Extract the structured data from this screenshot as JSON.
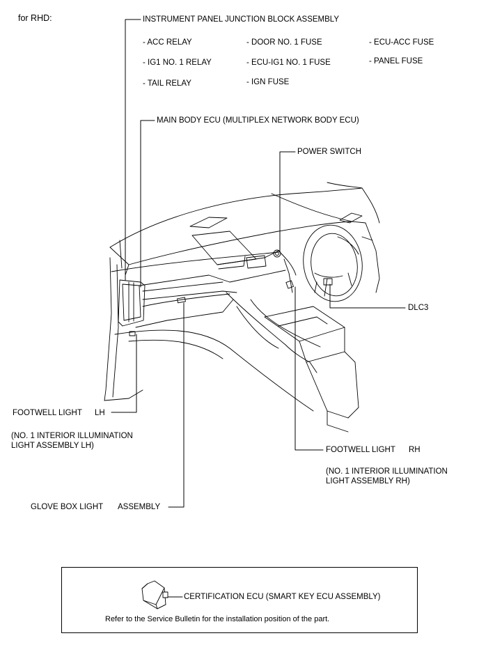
{
  "header": {
    "variant": "for RHD:"
  },
  "components": {
    "junction_block": "INSTRUMENT PANEL JUNCTION BLOCK ASSEMBLY",
    "junction_items": {
      "acc_relay": "- ACC RELAY",
      "ig1_relay": "- IG1 NO. 1 RELAY",
      "tail_relay": "- TAIL RELAY",
      "door_fuse": "- DOOR NO. 1 FUSE",
      "ecu_ig1_fuse": "- ECU-IG1 NO. 1 FUSE",
      "ign_fuse": "- IGN FUSE",
      "ecu_acc_fuse": "- ECU-ACC FUSE",
      "panel_fuse": "- PANEL FUSE"
    },
    "main_body_ecu": "MAIN BODY ECU (MULTIPLEX NETWORK BODY ECU)",
    "power_switch": "POWER SWITCH",
    "dlc3": "DLC3",
    "footwell_lh": {
      "name": "FOOTWELL LIGHT",
      "side": "LH",
      "detail_line1": "(NO. 1 INTERIOR ILLUMINATION",
      "detail_line2": "LIGHT ASSEMBLY LH)"
    },
    "footwell_rh": {
      "name": "FOOTWELL LIGHT",
      "side": "RH",
      "detail_line1": "(NO. 1 INTERIOR ILLUMINATION",
      "detail_line2": "LIGHT ASSEMBLY RH)"
    },
    "glove_box": {
      "name": "GLOVE BOX LIGHT",
      "suffix": "ASSEMBLY"
    }
  },
  "note": {
    "certification_ecu": "CERTIFICATION ECU (SMART KEY ECU ASSEMBLY)",
    "reference": "Refer to the Service Bulletin for the installation position of the part."
  },
  "colors": {
    "line": "#000000",
    "background": "#ffffff"
  }
}
